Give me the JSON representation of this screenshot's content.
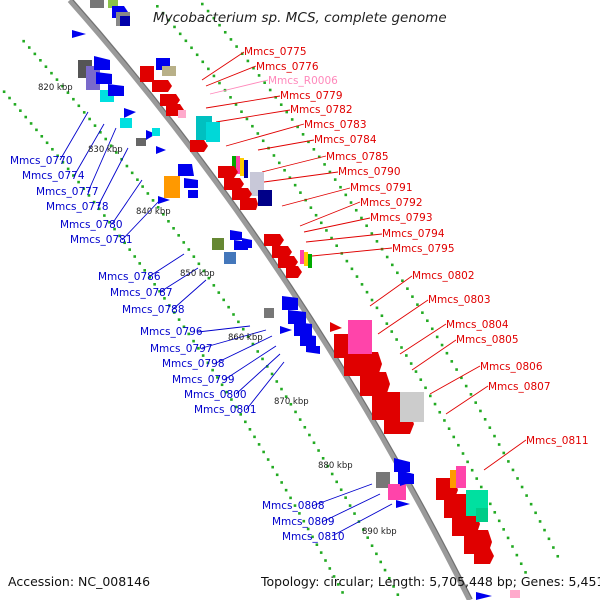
{
  "title": "Mycobacterium sp. MCS, complete genome",
  "footer": {
    "accession": "Accession: NC_008146",
    "topology": "Topology: circular; Length: 5,705,448 bp; Genes: 5,451"
  },
  "colors": {
    "backbone": "#9a9a9a",
    "forward_label": "#e00000",
    "reverse_label": "#0000cc",
    "rna_label": "#ff88bb",
    "dots": "#22aa22"
  },
  "scale_ticks": [
    "820 kbp",
    "830 kbp",
    "840 kbp",
    "850 kbp",
    "860 kbp",
    "870 kbp",
    "880 kbp",
    "890 kbp"
  ],
  "right_labels": [
    "Mmcs_0775",
    "Mmcs_0776",
    "Mmcs_R0006",
    "Mmcs_0779",
    "Mmcs_0782",
    "Mmcs_0783",
    "Mmcs_0784",
    "Mmcs_0785",
    "Mmcs_0790",
    "Mmcs_0791",
    "Mmcs_0792",
    "Mmcs_0793",
    "Mmcs_0794",
    "Mmcs_0795",
    "Mmcs_0802",
    "Mmcs_0803",
    "Mmcs_0804",
    "Mmcs_0805",
    "Mmcs_0806",
    "Mmcs_0807",
    "Mmcs_0811"
  ],
  "left_labels": [
    "Mmcs_0770",
    "Mmcs_0774",
    "Mmcs_0777",
    "Mmcs_0778",
    "Mmcs_0780",
    "Mmcs_0781",
    "Mmcs_0786",
    "Mmcs_0787",
    "Mmcs_0788",
    "Mmcs_0796",
    "Mmcs_0797",
    "Mmcs_0798",
    "Mmcs_0799",
    "Mmcs_0800",
    "Mmcs_0801",
    "Mmcs_0808",
    "Mmcs_0809",
    "Mmcs_0810"
  ]
}
